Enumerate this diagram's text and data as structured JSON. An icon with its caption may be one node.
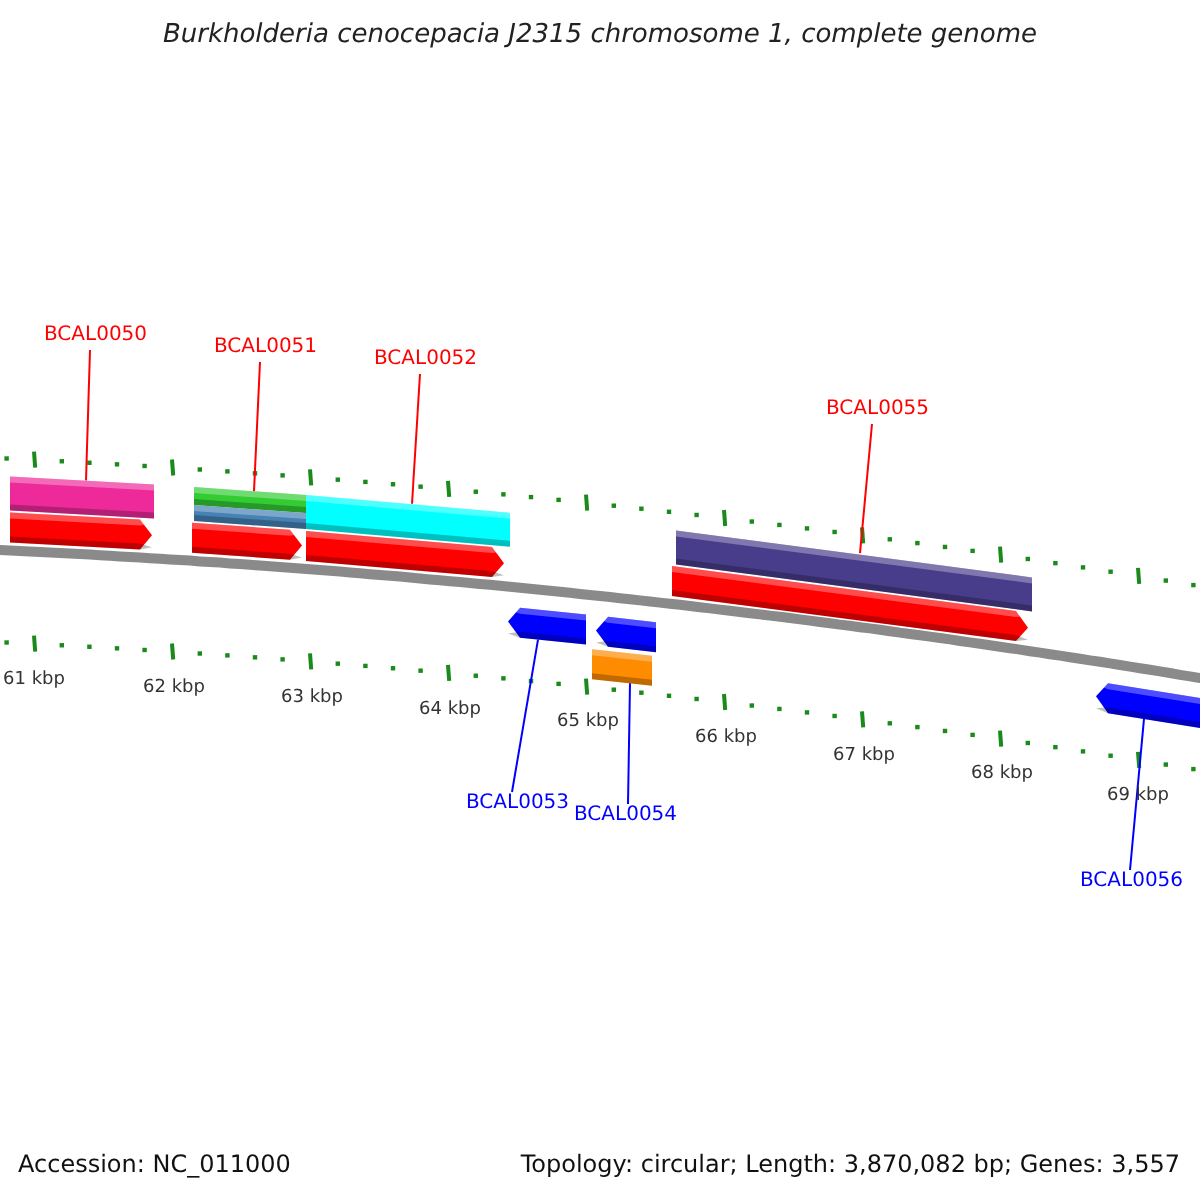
{
  "diagram": {
    "title": "Burkholderia cenocepacia J2315 chromosome 1, complete genome",
    "nodes": [
      {
        "text": [
          "BCAL0050"
        ]
      },
      {
        "text": [
          "BCAL0051"
        ]
      },
      {
        "text": [
          "BCAL0052"
        ]
      },
      {
        "text": [
          "BCAL0055"
        ]
      },
      {
        "text": [],
        "shape": "bar"
      },
      {
        "text": [],
        "shape": "bar"
      },
      {
        "text": [],
        "shape": "bar"
      },
      {
        "text": [],
        "shape": "bar"
      },
      {
        "text": [],
        "shape": "arrow"
      },
      {
        "text": [],
        "shape": "bar"
      },
      {
        "text": [],
        "shape": "arrow"
      },
      {
        "text": [
          "BCAL0053"
        ]
      },
      {
        "text": [
          "BCAL0054"
        ]
      },
      {
        "text": [
          "BCAL0056"
        ]
      }
    ],
    "edges": [
      {
        "from": 0,
        "to": 4,
        "arrow": "none"
      },
      {
        "from": 1,
        "to": 5,
        "arrow": "none"
      },
      {
        "from": 2,
        "to": 6,
        "arrow": "none"
      },
      {
        "from": 3,
        "to": 7,
        "arrow": "none"
      },
      {
        "from": 11,
        "to": 8,
        "arrow": "none",
        "color": "#0000ff"
      },
      {
        "from": 12,
        "to": 9,
        "arrow": "none",
        "color": "#0000ff"
      },
      {
        "from": 13,
        "to": 10,
        "arrow": "none",
        "color": "#0000ff"
      }
    ],
    "labels": [
      "61 kbp",
      "62 kbp",
      "63 kbp",
      "64 kbp",
      "65 kbp",
      "66 kbp",
      "67 kbp",
      "68 kbp",
      "69 kbp",
      "Accession: NC_011000",
      "Topology: circular; Length: 3,870,082 bp; Genes: 3,557"
    ]
  }
}
